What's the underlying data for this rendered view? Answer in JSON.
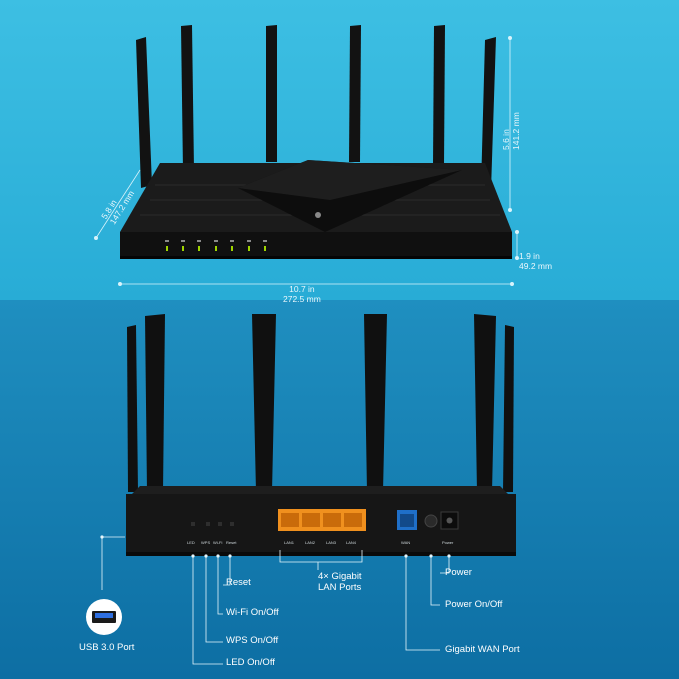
{
  "dimensions": {
    "width_in": "10.7 in",
    "width_mm": "272.5 mm",
    "depth_in": "5.8 in",
    "depth_mm": "147.2 mm",
    "antenna_in": "5.6 in",
    "antenna_mm": "141.2 mm",
    "height_in": "1.9 in",
    "height_mm": "49.2 mm"
  },
  "callouts": {
    "reset": "Reset",
    "wifi": "Wi-Fi On/Off",
    "wps": "WPS On/Off",
    "led": "LED On/Off",
    "lan": "4× Gigabit\nLAN Ports",
    "power": "Power",
    "power_switch": "Power On/Off",
    "wan": "Gigabit WAN Port",
    "usb": "USB 3.0 Port"
  },
  "port_labels": {
    "led": "LED",
    "wps": "WPS",
    "wifi": "Wi-Fi",
    "reset": "Reset",
    "lan1": "LAN1",
    "lan2": "LAN2",
    "lan3": "LAN3",
    "lan4": "LAN4",
    "wan": "WAN",
    "power": "Power"
  },
  "colors": {
    "top_bg": "#3dbfe3",
    "bottom_bg": "#1f8fc0",
    "lan_port": "#f0901e",
    "wan_port": "#1f6fc8",
    "router_body": "#161616"
  }
}
